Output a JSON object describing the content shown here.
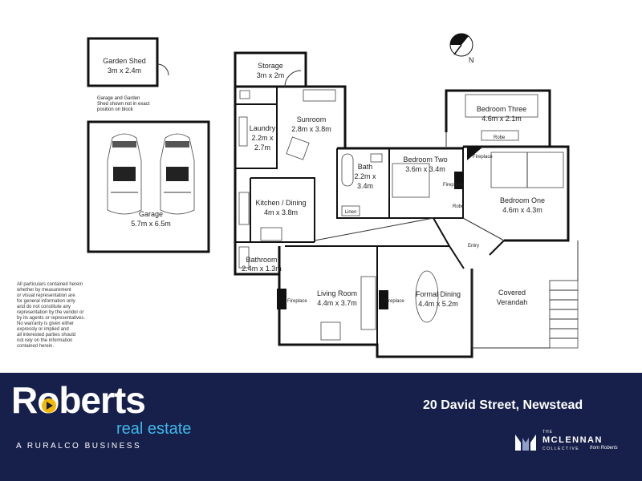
{
  "rooms": {
    "garden_shed": {
      "name": "Garden Shed",
      "size": "3m x 2.4m"
    },
    "storage": {
      "name": "Storage",
      "size": "3m x 2m"
    },
    "sunroom": {
      "name": "Sunroom",
      "size": "2.8m x 3.8m"
    },
    "laundry": {
      "name": "Laundry",
      "size_line1": "2.2m x",
      "size_line2": "2.7m"
    },
    "bath": {
      "name": "Bath",
      "size_line1": "2.2m x",
      "size_line2": "3.4m"
    },
    "linen": {
      "name": "Linen"
    },
    "bedroom_two": {
      "name": "Bedroom Two",
      "size": "3.6m x 3.4m"
    },
    "bedroom_three": {
      "name": "Bedroom Three",
      "size": "4.6m x 2.1m"
    },
    "bedroom_one": {
      "name": "Bedroom One",
      "size": "4.6m x 4.3m"
    },
    "kitchen": {
      "name": "Kitchen / Dining",
      "size": "4m x 3.8m"
    },
    "bathroom": {
      "name": "Bathroom",
      "size": "2.4m x 1.3m"
    },
    "garage": {
      "name": "Garage",
      "size": "5.7m x 6.5m"
    },
    "living": {
      "name": "Living Room",
      "size": "4.4m x 3.7m"
    },
    "formal_dining": {
      "name": "Formal Dining",
      "size": "4.4m x 5.2m"
    },
    "verandah": {
      "name_line1": "Covered",
      "name_line2": "Verandah"
    },
    "entry": {
      "name": "Entry"
    }
  },
  "labels": {
    "robe": "Robe",
    "fireplace": "Fireplace",
    "north": "N",
    "garage_note": "Garage and Garden\nShed shown not in exact\nposition on  block"
  },
  "disclaimer": "All particulars contained herein\nwhether by measurement\nor visual representation are\nfor general information only\nand do not constitute any\nrepresentation by the vendor or\nby its agents or representatives.\nNo warranty is given either\nexpressly or implied and\nall interested parties should\nnot rely on the information\ncontained herein.",
  "footer": {
    "brand_name": "Roberts",
    "brand_sub": "real estate",
    "brand_tagline": "A RURALCO BUSINESS",
    "address": "20 David Street, Newstead",
    "mclennan_the": "THE",
    "mclennan_name": "MCLENNAN",
    "mclennan_collective": "COLLECTIVE",
    "mclennan_script": "from Roberts"
  },
  "colors": {
    "footer_bg": "#16204a",
    "brand_accent": "#3fb8ea",
    "play_icon": "#f5b800",
    "wall": "#111111"
  }
}
